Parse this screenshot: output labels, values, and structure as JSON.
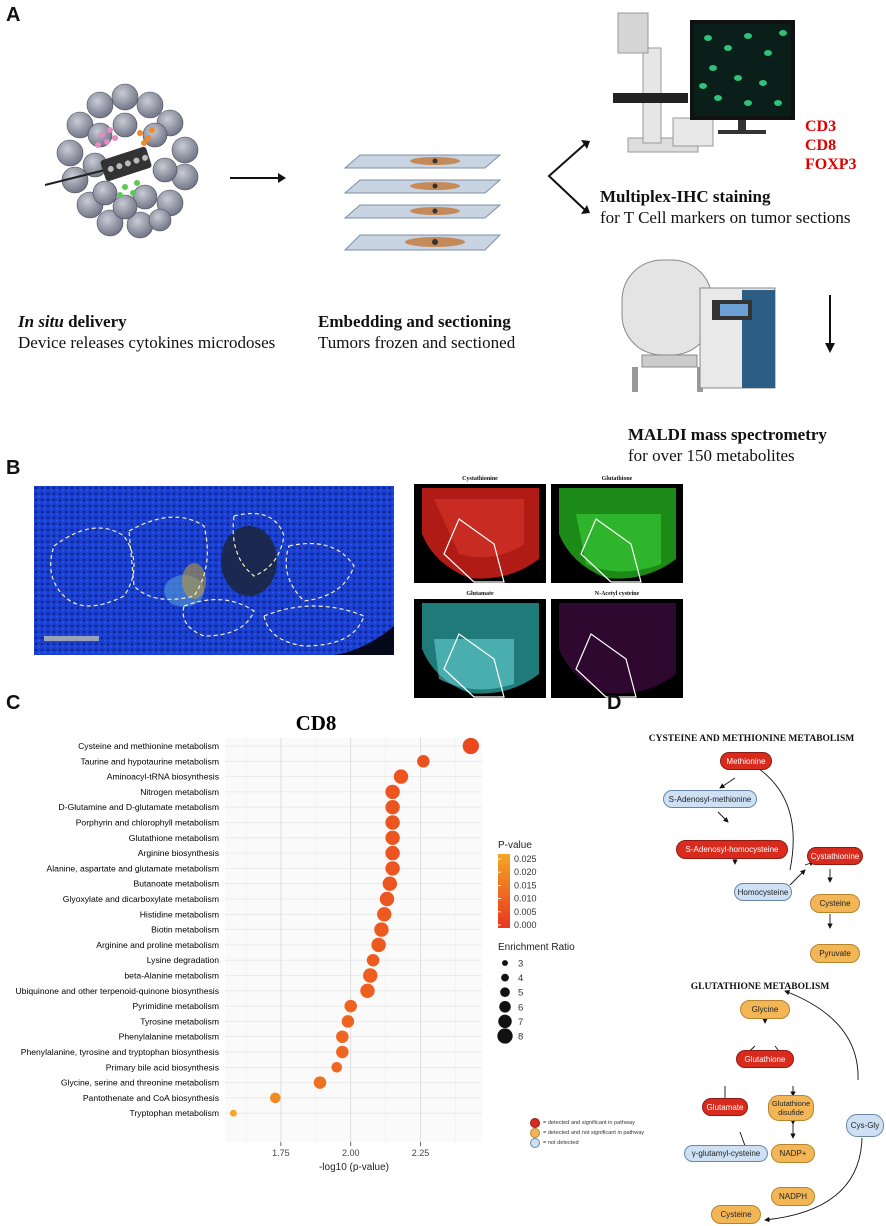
{
  "panels": {
    "A": "A",
    "B": "B",
    "C": "C",
    "D": "D"
  },
  "panelA": {
    "delivery_title_italic": "In situ",
    "delivery_title_rest": " delivery",
    "delivery_desc": "Device releases cytokines microdoses",
    "embedding_title": "Embedding and sectioning",
    "embedding_desc": "Tumors frozen and sectioned",
    "ihc_title": "Multiplex-IHC staining",
    "ihc_desc": "for T Cell markers on tumor sections",
    "markers": [
      "CD3",
      "CD8",
      "FOXP3"
    ],
    "maldi_title": "MALDI mass spectrometry",
    "maldi_desc": "for over 150 metabolites"
  },
  "panelB": {
    "images": [
      "Cystathionine",
      "Glutathione",
      "Glutamate",
      "N-Acetyl cysteine"
    ],
    "colors": {
      "Cystathionine": "#c0201a",
      "Glutathione": "#22a81c",
      "Glutamate": "#3fb8b8",
      "N-Acetyl cysteine": "#4a0e4a"
    }
  },
  "panelC": {
    "chart_data": {
      "type": "scatter",
      "title": "CD8",
      "xlabel": "-log10 (p-value)",
      "xticks": [
        1.75,
        2.0,
        2.25
      ],
      "xlim": [
        1.55,
        2.47
      ],
      "categories": [
        "Cysteine and methionine metabolism",
        "Taurine and hypotaurine metabolism",
        "Aminoacyl-tRNA biosynthesis",
        "Nitrogen metabolism",
        "D-Glutamine and D-glutamate metabolism",
        "Porphyrin and chlorophyll metabolism",
        "Glutathione metabolism",
        "Arginine biosynthesis",
        "Alanine, aspartate and glutamate metabolism",
        "Butanoate metabolism",
        "Glyoxylate and dicarboxylate metabolism",
        "Histidine metabolism",
        "Biotin metabolism",
        "Arginine and proline metabolism",
        "Lysine degradation",
        "beta-Alanine metabolism",
        "Ubiquinone and other terpenoid-quinone biosynthesis",
        "Pyrimidine metabolism",
        "Tyrosine metabolism",
        "Phenylalanine metabolism",
        "Phenylalanine, tyrosine and tryptophan biosynthesis",
        "Primary bile acid biosynthesis",
        "Glycine, serine and threonine metabolism",
        "Pantothenate and CoA biosynthesis",
        "Tryptophan metabolism"
      ],
      "x": [
        2.43,
        2.26,
        2.18,
        2.15,
        2.15,
        2.15,
        2.15,
        2.15,
        2.15,
        2.14,
        2.13,
        2.12,
        2.11,
        2.1,
        2.08,
        2.07,
        2.06,
        2.0,
        1.99,
        1.97,
        1.97,
        1.95,
        1.89,
        1.73,
        1.58
      ],
      "enrichment": [
        7,
        5,
        6,
        6,
        6,
        6,
        6,
        6,
        6,
        6,
        6,
        6,
        6,
        6,
        5,
        6,
        6,
        5,
        5,
        5,
        5,
        4,
        5,
        4,
        2
      ],
      "pvalue": [
        0.004,
        0.006,
        0.007,
        0.007,
        0.007,
        0.007,
        0.007,
        0.007,
        0.007,
        0.007,
        0.007,
        0.008,
        0.008,
        0.008,
        0.008,
        0.009,
        0.009,
        0.01,
        0.01,
        0.011,
        0.011,
        0.011,
        0.013,
        0.019,
        0.026
      ],
      "legend_pvalue_title": "P-value",
      "legend_pvalue_ticks": [
        "0.025",
        "0.020",
        "0.015",
        "0.010",
        "0.005",
        "0.000"
      ],
      "legend_size_title": "Enrichment Ratio",
      "legend_size_ticks": [
        "3",
        "4",
        "5",
        "6",
        "7",
        "8"
      ],
      "colors": {
        "high_p": "#f5a623",
        "low_p": "#e8361d"
      }
    }
  },
  "panelD": {
    "title1": "CYSTEINE AND METHIONINE METABOLISM",
    "title2": "GLUTATHIONE METABOLISM",
    "nodes1": {
      "methionine": "Methionine",
      "sam": "S-Adenosyl-methionine",
      "sah": "S-Adenosyl-homocysteine",
      "homocysteine": "Homocysteine",
      "cystathionine": "Cystathionine",
      "cysteine": "Cysteine",
      "pyruvate": "Pyruvate"
    },
    "nodes2": {
      "glycine": "Glycine",
      "glutathione": "Glutathione",
      "glutamate": "Glutamate",
      "disulfide": "Glutathione disufide",
      "nadp_plus": "NADP+",
      "nadph": "NADPH",
      "gamma": "γ-glutamyl-cysteine",
      "cysgly": "Cys-Gly",
      "cysteine2": "Cysteine"
    },
    "legend": [
      "= detected and significant in pathway",
      "= detected and not significant in pathway",
      "= not detected"
    ],
    "legend_colors": [
      "#d92b1d",
      "#f3b656",
      "#cde0f4"
    ]
  }
}
